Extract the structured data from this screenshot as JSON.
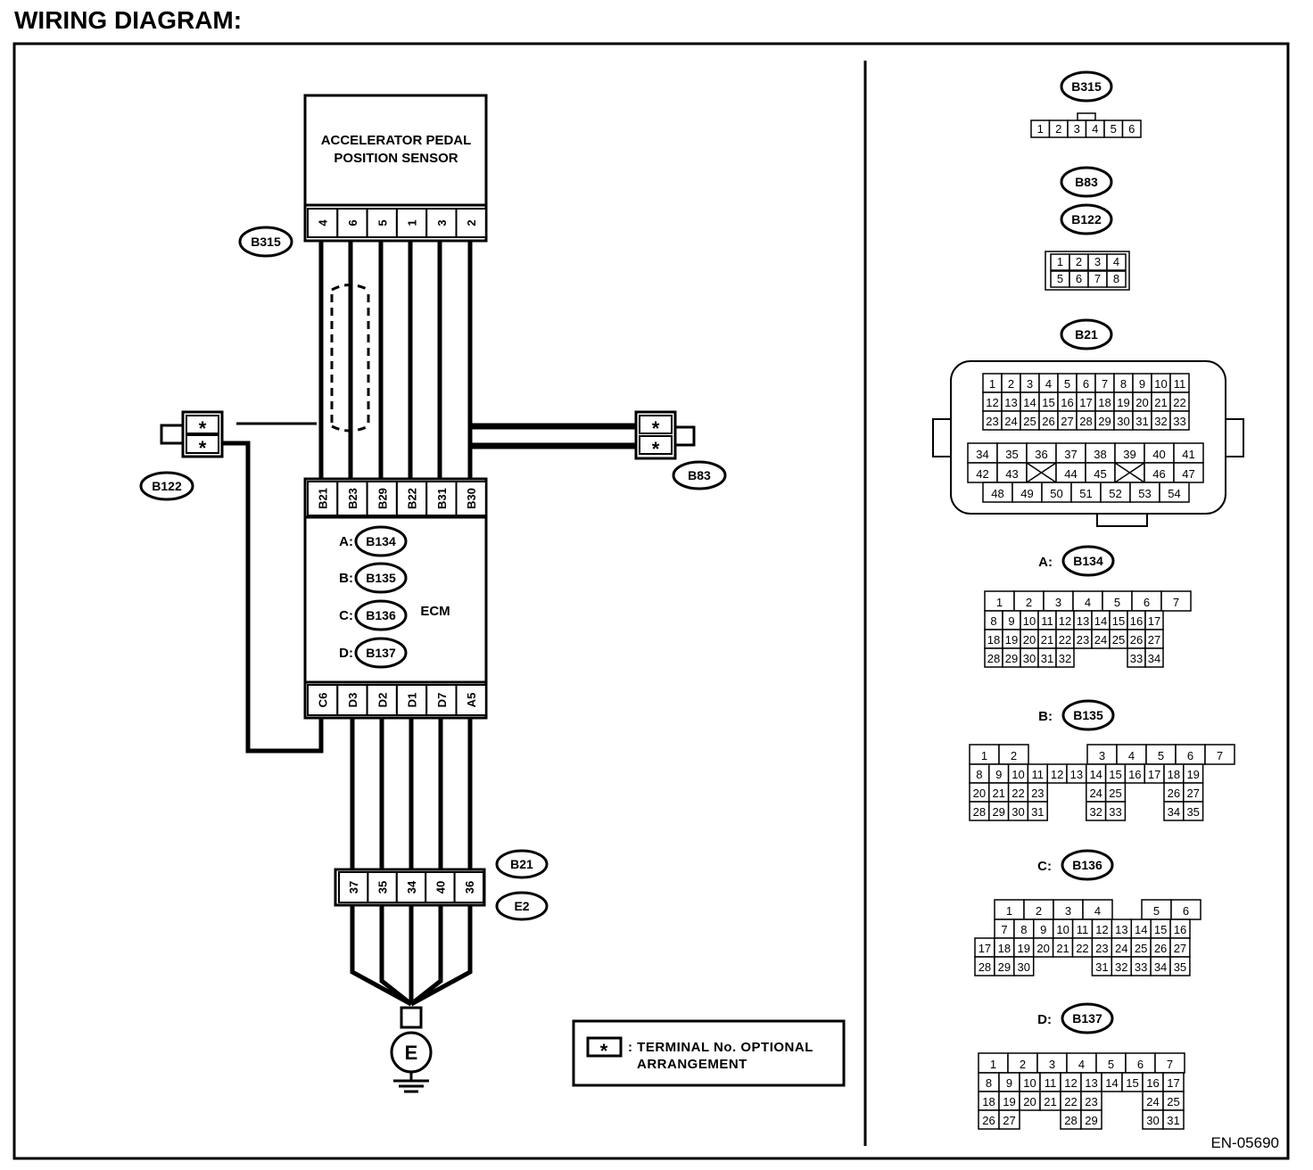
{
  "title": "WIRING DIAGRAM:",
  "figure_id": "EN-05690",
  "sensor": {
    "label_line1": "ACCELERATOR PEDAL",
    "label_line2": "POSITION SENSOR",
    "pins": [
      "4",
      "6",
      "5",
      "1",
      "3",
      "2"
    ],
    "connector": "B315"
  },
  "ecm": {
    "label": "ECM",
    "top_pins": [
      "B21",
      "B23",
      "B29",
      "B22",
      "B31",
      "B30"
    ],
    "bottom_pins": [
      "C6",
      "D3",
      "D2",
      "D1",
      "D7",
      "A5"
    ],
    "connectors": [
      {
        "prefix": "A:",
        "id": "B134"
      },
      {
        "prefix": "B:",
        "id": "B135"
      },
      {
        "prefix": "C:",
        "id": "B136"
      },
      {
        "prefix": "D:",
        "id": "B137"
      }
    ]
  },
  "joint_connector": {
    "pins": [
      "37",
      "35",
      "34",
      "40",
      "36"
    ],
    "labels": [
      "B21",
      "E2"
    ]
  },
  "left_connector": {
    "id": "B122",
    "marks": [
      "*",
      "*"
    ]
  },
  "right_connector": {
    "id": "B83",
    "marks": [
      "*",
      "*"
    ]
  },
  "ground": {
    "label": "E"
  },
  "legend": {
    "symbol": "*",
    "line1": ": TERMINAL No. OPTIONAL",
    "line2": "ARRANGEMENT"
  },
  "faces": {
    "b315": {
      "id": "B315",
      "cells": [
        "1",
        "2",
        "3",
        "4",
        "5",
        "6"
      ]
    },
    "b83_b122": {
      "ids": [
        "B83",
        "B122"
      ],
      "row1": [
        "1",
        "2",
        "3",
        "4"
      ],
      "row2": [
        "5",
        "6",
        "7",
        "8"
      ]
    },
    "b21": {
      "id": "B21",
      "row1": [
        "1",
        "2",
        "3",
        "4",
        "5",
        "6",
        "7",
        "8",
        "9",
        "10",
        "11"
      ],
      "row2": [
        "12",
        "13",
        "14",
        "15",
        "16",
        "17",
        "18",
        "19",
        "20",
        "21",
        "22"
      ],
      "row3": [
        "23",
        "24",
        "25",
        "26",
        "27",
        "28",
        "29",
        "30",
        "31",
        "32",
        "33"
      ],
      "row4": [
        "34",
        "35",
        "36",
        "37",
        "38",
        "39",
        "40",
        "41"
      ],
      "row5": [
        "42",
        "43",
        "",
        "44",
        "45",
        "",
        "46",
        "47"
      ],
      "row6": [
        "48",
        "49",
        "50",
        "51",
        "52",
        "53",
        "54"
      ]
    },
    "a": {
      "prefix": "A:",
      "id": "B134",
      "row1": [
        "1",
        "2",
        "3",
        "4",
        "5",
        "6",
        "7"
      ],
      "row2": [
        "8",
        "9",
        "10",
        "11",
        "12",
        "13",
        "14",
        "15",
        "16",
        "17"
      ],
      "row3": [
        "18",
        "19",
        "20",
        "21",
        "22",
        "23",
        "24",
        "25",
        "26",
        "27"
      ],
      "row4": [
        "28",
        "29",
        "30",
        "31",
        "32",
        "",
        "",
        "",
        "33",
        "34"
      ]
    },
    "b": {
      "prefix": "B:",
      "id": "B135",
      "row1": [
        "1",
        "2",
        "",
        "",
        "3",
        "4",
        "5",
        "6",
        "7"
      ],
      "row2": [
        "8",
        "9",
        "10",
        "11",
        "12",
        "13",
        "14",
        "15",
        "16",
        "17",
        "18",
        "19"
      ],
      "row3": [
        "20",
        "21",
        "22",
        "23",
        "",
        "",
        "24",
        "25",
        "",
        "",
        "26",
        "27"
      ],
      "row4": [
        "28",
        "29",
        "30",
        "31",
        "",
        "",
        "32",
        "33",
        "",
        "",
        "34",
        "35"
      ]
    },
    "c": {
      "prefix": "C:",
      "id": "B136",
      "row1": [
        "1",
        "2",
        "3",
        "4",
        "",
        "5",
        "6"
      ],
      "row2": [
        "7",
        "8",
        "9",
        "10",
        "11",
        "12",
        "13",
        "14",
        "15",
        "16"
      ],
      "row3": [
        "17",
        "18",
        "19",
        "20",
        "21",
        "22",
        "23",
        "24",
        "25",
        "26",
        "27"
      ],
      "row4": [
        "28",
        "29",
        "30",
        "",
        "",
        "",
        "31",
        "32",
        "33",
        "34",
        "35"
      ]
    },
    "d": {
      "prefix": "D:",
      "id": "B137",
      "row1": [
        "1",
        "2",
        "3",
        "4",
        "5",
        "6",
        "7"
      ],
      "row2": [
        "8",
        "9",
        "10",
        "11",
        "12",
        "13",
        "14",
        "15",
        "16",
        "17"
      ],
      "row3": [
        "18",
        "19",
        "20",
        "21",
        "22",
        "23",
        "",
        "",
        "24",
        "25"
      ],
      "row4": [
        "26",
        "27",
        "",
        "",
        "28",
        "29",
        "",
        "",
        "30",
        "31"
      ]
    }
  }
}
